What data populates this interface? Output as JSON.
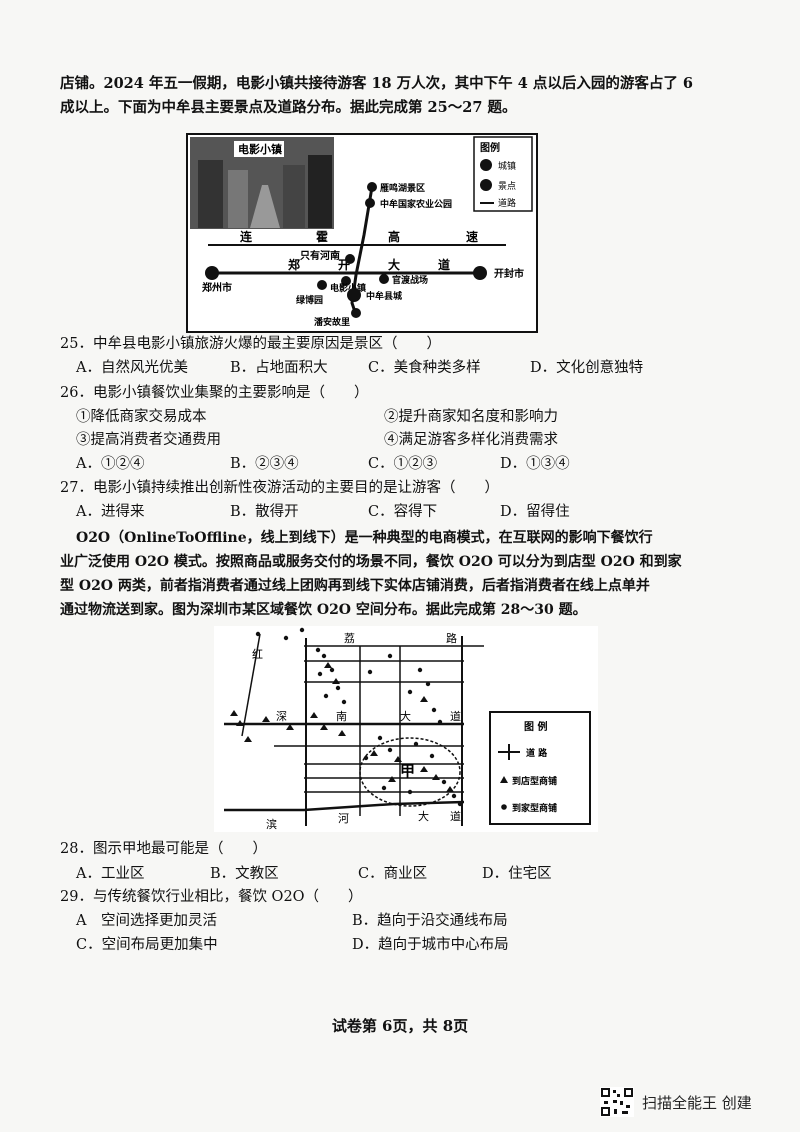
{
  "intro1": {
    "line1": "店铺。2024 年五一假期，电影小镇共接待游客 18 万人次，其中下午 4 点以后入园的游客占了 6",
    "line2": "成以上。下面为中牟县主要景点及道路分布。据此完成第 25～27 题。"
  },
  "map1": {
    "photo_label": "电影小镇",
    "legend_title": "图例",
    "legend_items": [
      "城镇",
      "景点",
      "道路"
    ],
    "places": {
      "yanming": "雁鸣湖景区",
      "agri": "中牟国家农业公园",
      "highway": [
        "连",
        "霍",
        "高",
        "速"
      ],
      "avenue": [
        "郑",
        "开",
        "大",
        "道"
      ],
      "henan": "只有河南",
      "zhengzhou": "郑州市",
      "kaifeng": "开封市",
      "movie": "电影小镇",
      "lvbo": "绿博园",
      "guandu": "官渡战场",
      "zhongmou": "中牟县城",
      "panan": "潘安故里"
    }
  },
  "q25": {
    "stem": "25．中牟县电影小镇旅游火爆的最主要原因是景区（　　）",
    "options": [
      "A．自然风光优美",
      "B．占地面积大",
      "C．美食种类多样",
      "D．文化创意独特"
    ]
  },
  "q26": {
    "stem": "26．电影小镇餐饮业集聚的主要影响是（　　）",
    "items": [
      "①降低商家交易成本",
      "②提升商家知名度和影响力",
      "③提高消费者交通费用",
      "④满足游客多样化消费需求"
    ],
    "options": [
      "A．①②④",
      "B．②③④",
      "C．①②③",
      "D．①③④"
    ]
  },
  "q27": {
    "stem": "27．电影小镇持续推出创新性夜游活动的主要目的是让游客（　　）",
    "options": [
      "A．进得来",
      "B．散得开",
      "C．容得下",
      "D．留得住"
    ]
  },
  "intro2": {
    "line1": "O2O（OnlineToOffline，线上到线下）是一种典型的电商模式，在互联网的影响下餐饮行",
    "line2": "业广泛使用 O2O 模式。按照商品或服务交付的场景不同，餐饮 O2O 可以分为到店型 O2O 和到家",
    "line3": "型 O2O 两类，前者指消费者通过线上团购再到线下实体店铺消费，后者指消费者在线上点单并",
    "line4": "通过物流送到家。图为深圳市某区域餐饮 O2O 空间分布。据此完成第 28～30 题。"
  },
  "map2": {
    "road_labels": [
      "红",
      "荔",
      "路",
      "深",
      "南",
      "大",
      "道",
      "滨",
      "河",
      "大",
      "道"
    ],
    "area_label": "甲",
    "legend_title": "图 例",
    "legend_items": [
      "道 路",
      "到店型商铺",
      "到家型商铺"
    ]
  },
  "q28": {
    "stem": "28．图示甲地最可能是（　　）",
    "options": [
      "A．工业区",
      "B．文教区",
      "C．商业区",
      "D．住宅区"
    ]
  },
  "q29": {
    "stem": "29．与传统餐饮行业相比，餐饮 O2O（　　）",
    "options": [
      "A　空间选择更加灵活",
      "B．趋向于沿交通线布局",
      "C．空间布局更加集中",
      "D．趋向于城市中心布局"
    ]
  },
  "footer": "试卷第 6页，共 8页",
  "watermark": "扫描全能王 创建"
}
